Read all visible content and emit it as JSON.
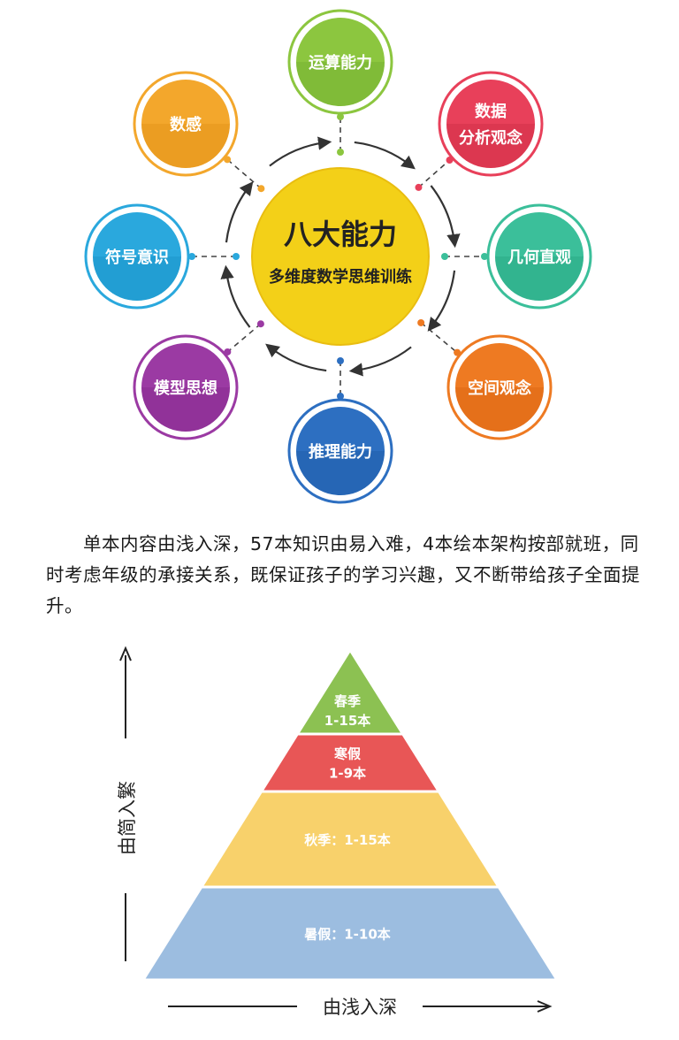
{
  "center": {
    "title": "八大能力",
    "subtitle": "多维度数学思维训练"
  },
  "abilities": [
    {
      "lines": [
        "运算能力"
      ],
      "color": "#8cc63f",
      "dark": "#6aa52c"
    },
    {
      "lines": [
        "数据",
        "分析观念"
      ],
      "color": "#e8405a",
      "dark": "#c5273f"
    },
    {
      "lines": [
        "几何直观"
      ],
      "color": "#3bbf9a",
      "dark": "#21a07c"
    },
    {
      "lines": [
        "空间观念"
      ],
      "color": "#ee7a22",
      "dark": "#d45f0c"
    },
    {
      "lines": [
        "推理能力"
      ],
      "color": "#2d6fc1",
      "dark": "#1a55a0"
    },
    {
      "lines": [
        "模型思想"
      ],
      "color": "#9b3aa3",
      "dark": "#7e2586"
    },
    {
      "lines": [
        "符号意识"
      ],
      "color": "#2aa8dd",
      "dark": "#138bc0"
    },
    {
      "lines": [
        "数感"
      ],
      "color": "#f3a72c",
      "dark": "#dc8c12"
    }
  ],
  "paragraph": "单本内容由浅入深，57本知识由易入难，4本绘本架构按部就班，同时考虑年级的承接关系，既保证孩子的学习兴趣，又不断带给孩子全面提升。",
  "pyramid": {
    "levels": [
      {
        "lines": [
          "春季",
          "1-15本"
        ],
        "color": "#8cc152"
      },
      {
        "lines": [
          "寒假",
          "1-9本"
        ],
        "color": "#e85656"
      },
      {
        "lines": [
          "秋季：1-15本"
        ],
        "color": "#f8d16b"
      },
      {
        "lines": [
          "暑假：1-10本"
        ],
        "color": "#9cbde0"
      }
    ],
    "vertical_label": "由简入繁",
    "horizontal_label": "由浅入深"
  }
}
